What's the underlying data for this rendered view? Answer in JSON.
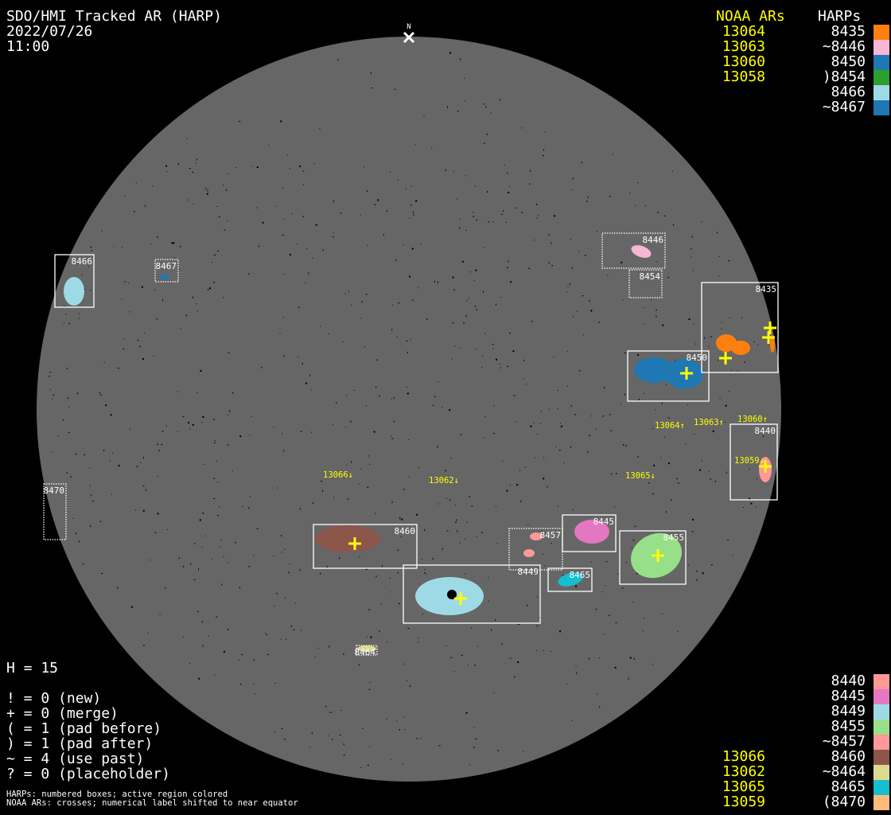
{
  "header": {
    "title": "SDO/HMI Tracked AR (HARP)",
    "date": "2022/07/26",
    "time": "11:00",
    "north_label": "N"
  },
  "legend_top": {
    "noaa_header": "NOAA ARs",
    "harp_header": "HARPs",
    "rows": [
      {
        "noaa": "13064",
        "harp": "8435",
        "color": "#ff7f0e"
      },
      {
        "noaa": "13063",
        "harp": "~8446",
        "color": "#f7b6d2"
      },
      {
        "noaa": "13060",
        "harp": "8450",
        "color": "#1f77b4"
      },
      {
        "noaa": "13058",
        "harp": ")8454",
        "color": "#2ca02c"
      },
      {
        "noaa": "",
        "harp": "8466",
        "color": "#9edae5"
      },
      {
        "noaa": "",
        "harp": "~8467",
        "color": "#1f77b4"
      }
    ]
  },
  "legend_bottom": {
    "rows": [
      {
        "noaa": "",
        "harp": "8440",
        "color": "#ff9896"
      },
      {
        "noaa": "",
        "harp": "8445",
        "color": "#e377c2"
      },
      {
        "noaa": "",
        "harp": "8449",
        "color": "#9edae5"
      },
      {
        "noaa": "",
        "harp": "8455",
        "color": "#98df8a"
      },
      {
        "noaa": "",
        "harp": "~8457",
        "color": "#ff9896"
      },
      {
        "noaa": "13066",
        "harp": "8460",
        "color": "#8c564b"
      },
      {
        "noaa": "13062",
        "harp": "~8464",
        "color": "#dbdb8d"
      },
      {
        "noaa": "13065",
        "harp": "8465",
        "color": "#17becf"
      },
      {
        "noaa": "13059",
        "harp": "(8470",
        "color": "#ffbb78"
      }
    ]
  },
  "stats": {
    "h": "H = 15",
    "lines": [
      "! = 0 (new)",
      "+ = 0 (merge)",
      "( = 1 (pad before)",
      ") = 1 (pad after)",
      "~ = 4 (use past)",
      "? = 0 (placeholder)"
    ]
  },
  "notes": [
    "HARPs: numbered boxes; active region colored",
    "NOAA ARs: crosses; numerical label shifted to near equator"
  ],
  "harps": [
    {
      "id": "8466",
      "dotted": false
    },
    {
      "id": "8467",
      "dotted": true
    },
    {
      "id": "8446",
      "dotted": true
    },
    {
      "id": "8454",
      "dotted": true
    },
    {
      "id": "8435",
      "dotted": false
    },
    {
      "id": "8450",
      "dotted": false
    },
    {
      "id": "8440",
      "dotted": false
    },
    {
      "id": "8470",
      "dotted": true
    },
    {
      "id": "8460",
      "dotted": false
    },
    {
      "id": "8457",
      "dotted": true
    },
    {
      "id": "8445",
      "dotted": false
    },
    {
      "id": "8455",
      "dotted": false
    },
    {
      "id": "8449",
      "dotted": false
    },
    {
      "id": "8465",
      "dotted": false
    },
    {
      "id": "8464",
      "dotted": true
    }
  ],
  "noaa_labels": [
    "13066↓",
    "13062↓",
    "13065↓",
    "13064↑",
    "13063↑",
    "13060↑",
    "13059↓"
  ],
  "colors": {
    "disk": "#666666",
    "box": "#ffffff",
    "noaa": "#ffff00",
    "background": "#000000"
  }
}
